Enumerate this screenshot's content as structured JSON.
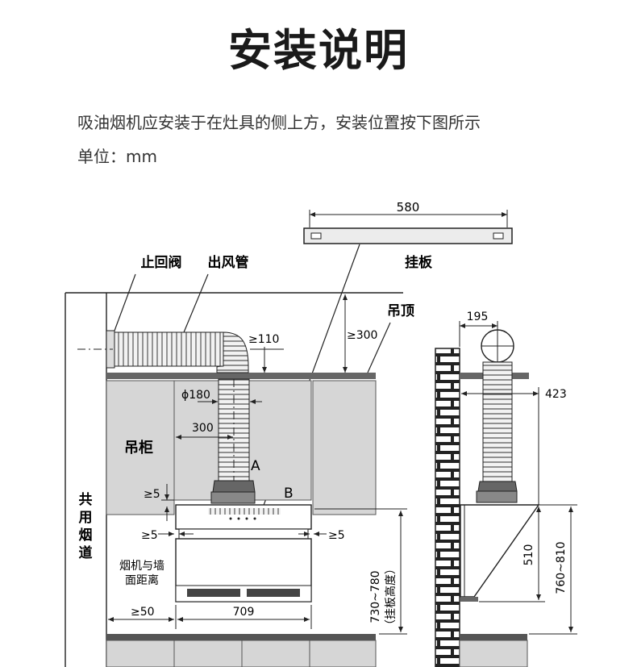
{
  "title": "安装说明",
  "intro": "吸油烟机应安装于在灶具的侧上方，安装位置按下图所示",
  "unit": "单位：mm",
  "labels": {
    "check_valve": "止回阀",
    "exhaust_pipe": "出风管",
    "hanging_plate": "挂板",
    "ceiling": "吊顶",
    "wall_cabinet": "吊柜",
    "shared_flue": [
      "共",
      "用",
      "烟",
      "道"
    ],
    "hood_wall_distance": [
      "烟机与墙",
      "面距离"
    ],
    "point_a": "A",
    "point_b": "B"
  },
  "dimensions": {
    "plate_width": "580",
    "pipe_clearance": "≥110",
    "ceiling_clearance": "≥300",
    "pipe_diameter": "ϕ180",
    "pipe_offset": "300",
    "gap_top": "≥5",
    "gap_left": "≥5",
    "gap_right": "≥5",
    "wall_gap": "≥50",
    "hood_width": "709",
    "plate_height_range": "730~780",
    "plate_height_note": "（挂板高度）",
    "side_offset": "195",
    "side_depth": "423",
    "side_hood_height": "510",
    "side_total_height": "760~810"
  }
}
